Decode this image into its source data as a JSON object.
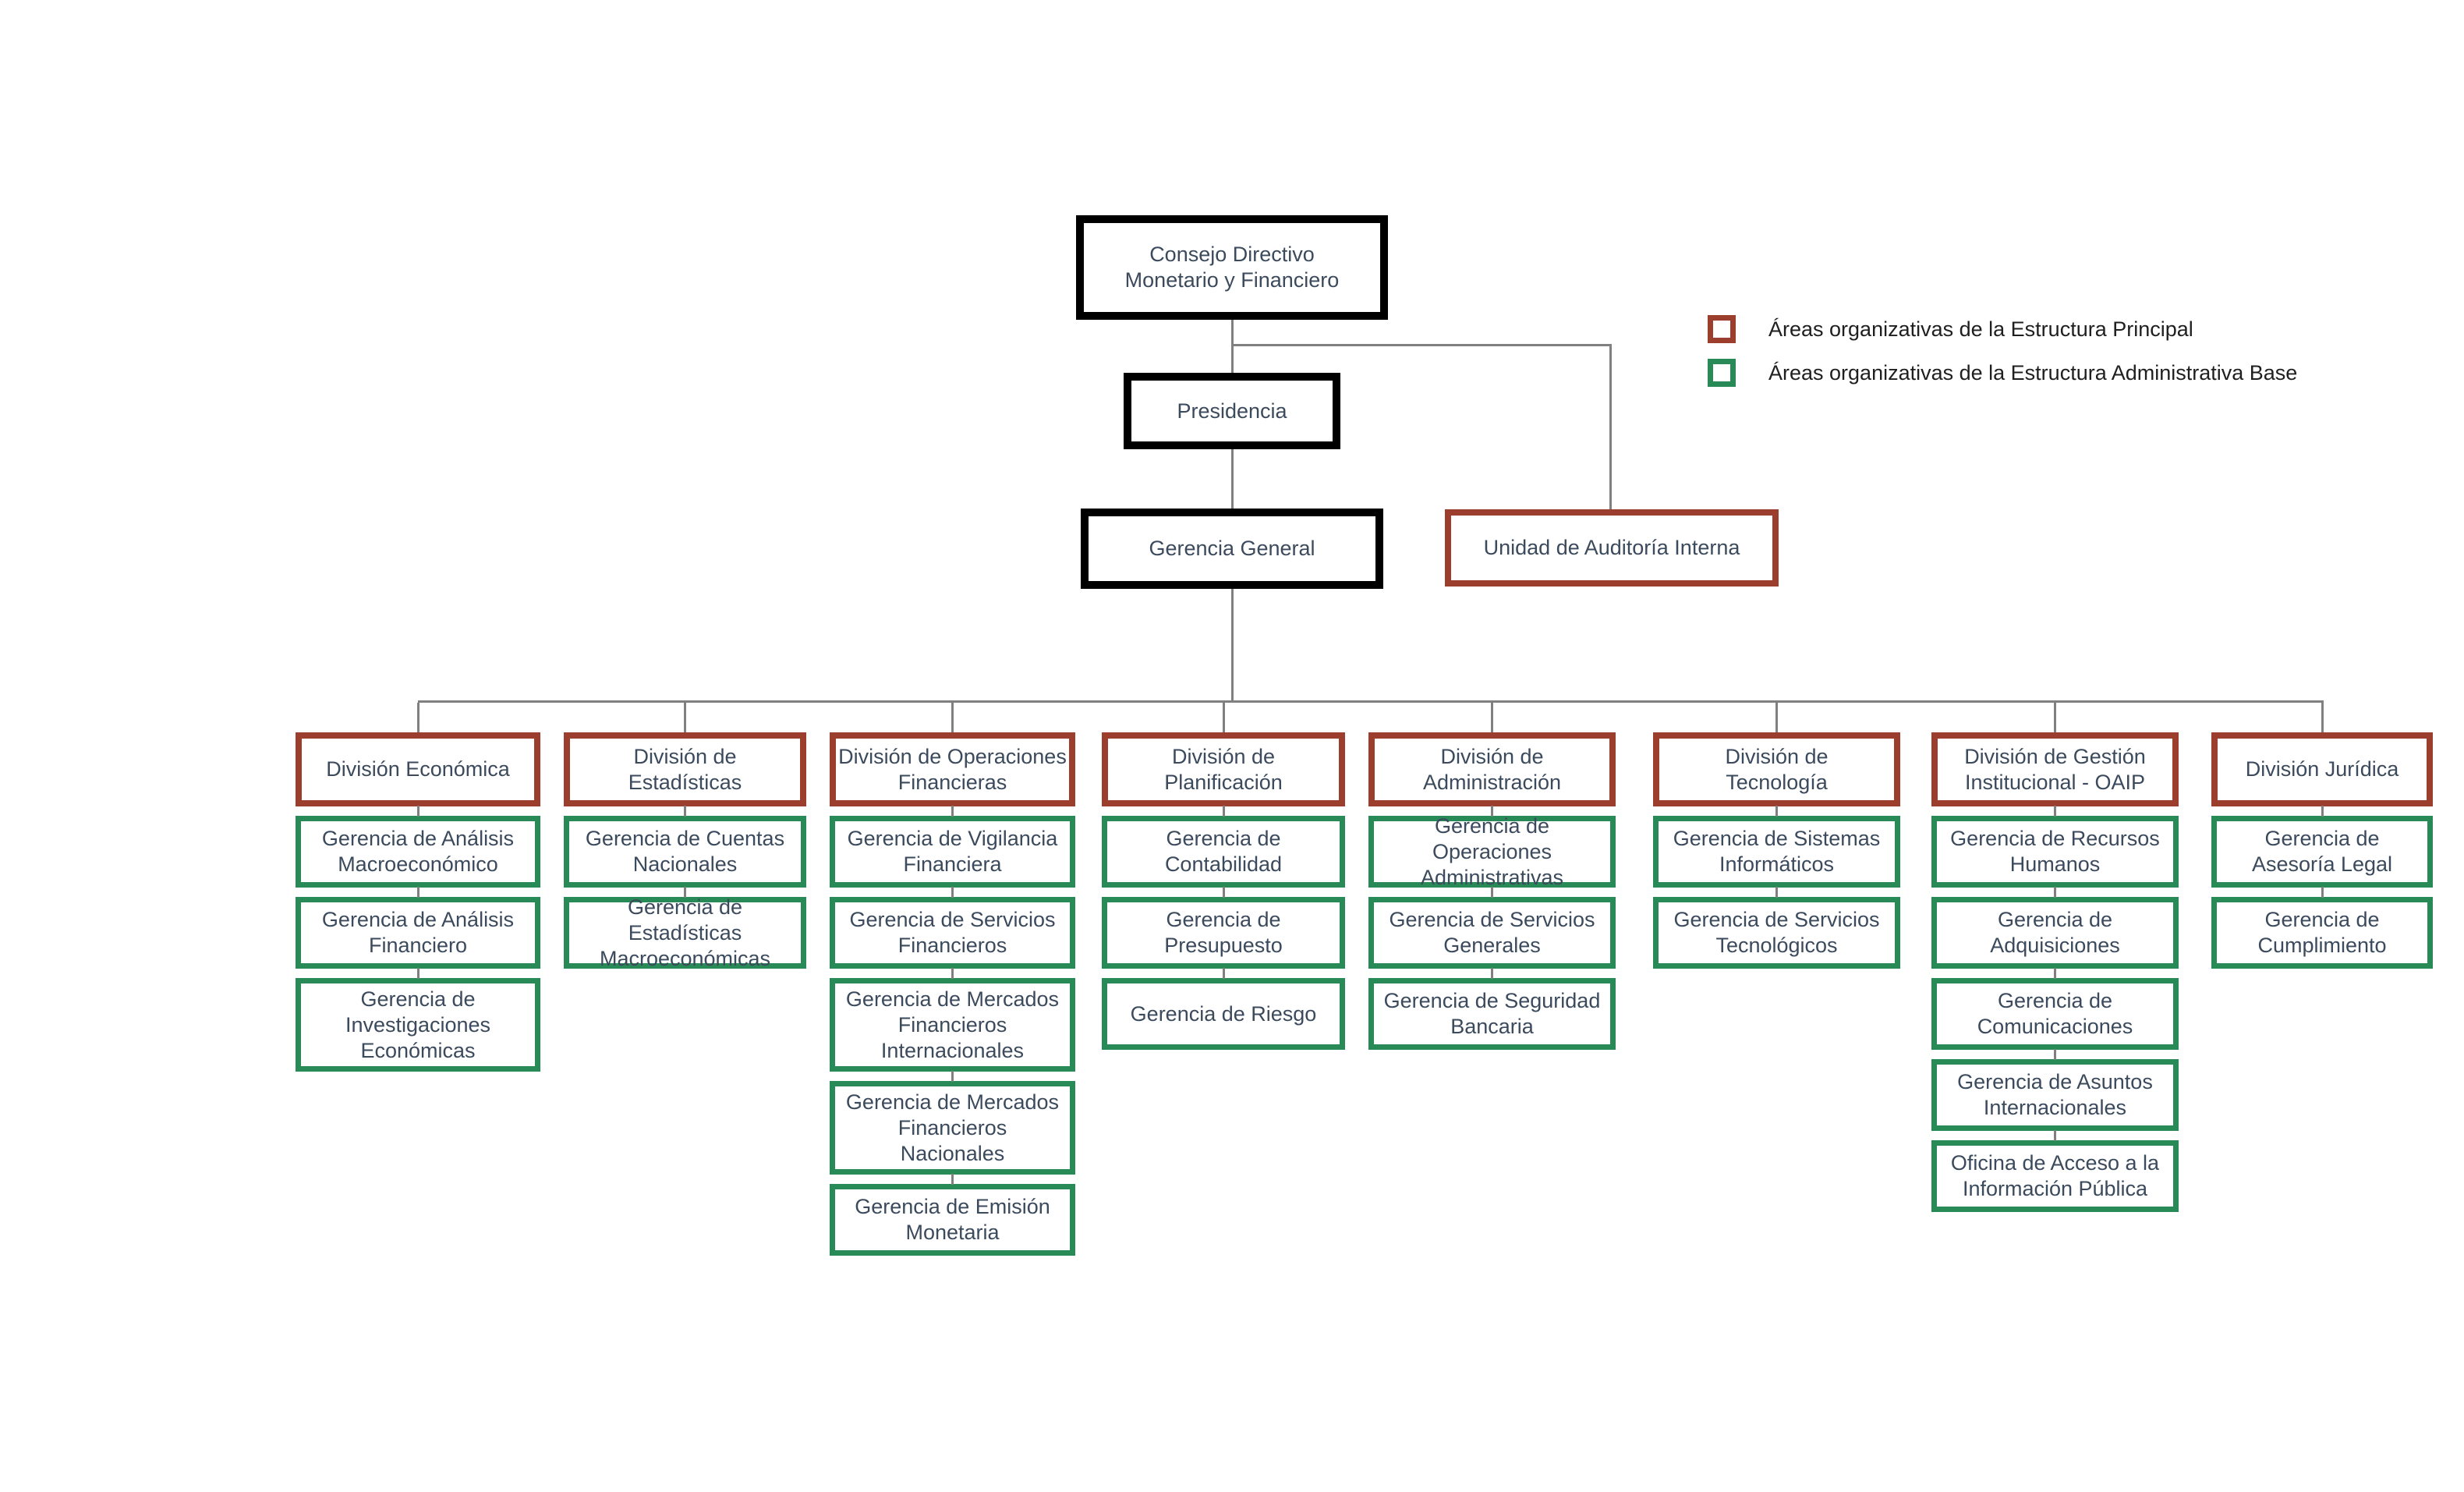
{
  "top": {
    "consejo": "Consejo Directivo\nMonetario y Financiero",
    "presidencia": "Presidencia",
    "gerencia_general": "Gerencia General",
    "auditoria": "Unidad de Auditoría Interna"
  },
  "legend": {
    "items": [
      {
        "label": "Áreas organizativas de la Estructura Principal",
        "color": "#9B3E2D"
      },
      {
        "label": "Áreas organizativas de la Estructura Administrativa Base",
        "color": "#288B57"
      }
    ]
  },
  "columns": [
    {
      "division": "División Económica",
      "children": [
        "Gerencia de Análisis\nMacroeconómico",
        "Gerencia de Análisis\nFinanciero",
        "Gerencia de\nInvestigaciones\nEconómicas"
      ]
    },
    {
      "division": "División de\nEstadísticas",
      "children": [
        "Gerencia de Cuentas\nNacionales",
        "Gerencia de Estadísticas\nMacroeconómicas"
      ]
    },
    {
      "division": "División de Operaciones\nFinancieras",
      "children": [
        "Gerencia de Vigilancia\nFinanciera",
        "Gerencia de Servicios\nFinancieros",
        "Gerencia de Mercados\nFinancieros\nInternacionales",
        "Gerencia de Mercados\nFinancieros\nNacionales",
        "Gerencia de Emisión\nMonetaria"
      ]
    },
    {
      "division": "División de\nPlanificación",
      "children": [
        "Gerencia de\nContabilidad",
        "Gerencia de\nPresupuesto",
        "Gerencia de Riesgo"
      ]
    },
    {
      "division": "División de\nAdministración",
      "children": [
        "Gerencia de Operaciones\nAdministrativas",
        "Gerencia de Servicios\nGenerales",
        "Gerencia de Seguridad\nBancaria"
      ]
    },
    {
      "division": "División de\nTecnología",
      "children": [
        "Gerencia de Sistemas\nInformáticos",
        "Gerencia de Servicios\nTecnológicos"
      ]
    },
    {
      "division": "División de Gestión\nInstitucional - OAIP",
      "children": [
        "Gerencia de Recursos\nHumanos",
        "Gerencia de\nAdquisiciones",
        "Gerencia de\nComunicaciones",
        "Gerencia de Asuntos\nInternacionales",
        "Oficina de Acceso a la\nInformación Pública"
      ]
    },
    {
      "division": "División Jurídica",
      "children": [
        "Gerencia de\nAsesoría Legal",
        "Gerencia de\nCumplimiento"
      ]
    }
  ],
  "colors": {
    "principal_red": "#9B3E2D",
    "base_green": "#288B57",
    "line_gray": "#808080",
    "box_black": "#000000",
    "label_text": "#3B4A5C"
  }
}
